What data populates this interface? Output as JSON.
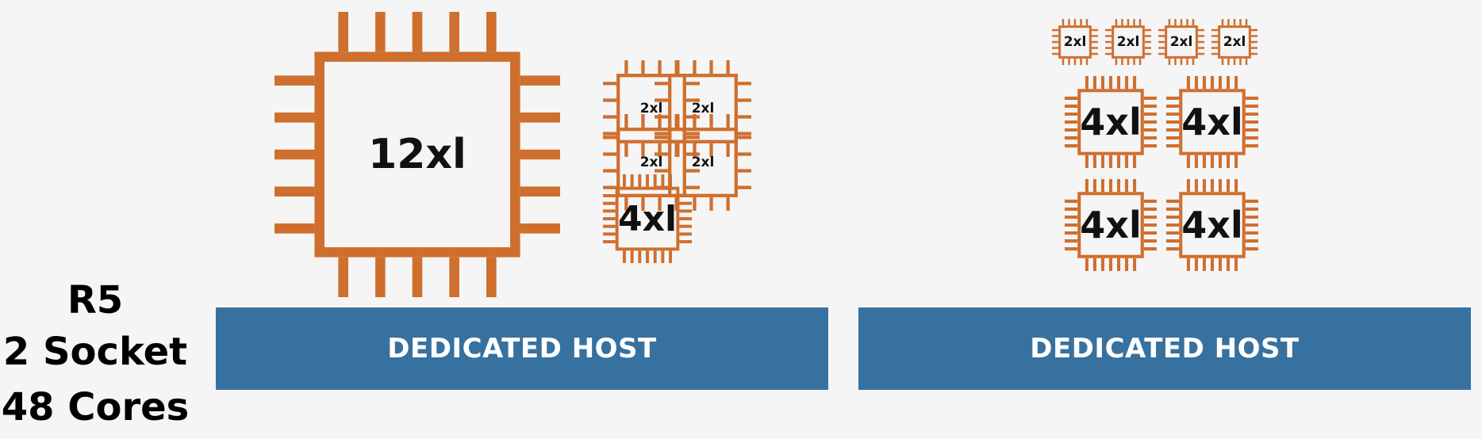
{
  "instance_family": {
    "line1": "R5",
    "line2": "2 Socket",
    "line3": "48 Cores"
  },
  "hosts": [
    {
      "label": "DEDICATED HOST",
      "instances": [
        "12xl",
        "2xl",
        "2xl",
        "2xl",
        "2xl",
        "4xl"
      ]
    },
    {
      "label": "DEDICATED HOST",
      "instances": [
        "2xl",
        "2xl",
        "2xl",
        "2xl",
        "4xl",
        "4xl",
        "4xl",
        "4xl"
      ]
    }
  ],
  "colors": {
    "chip": "#cf6f2e",
    "host_bar": "#3771a0",
    "background": "#f5f5f5"
  },
  "icons": {
    "chip": "processor-chip-icon"
  }
}
